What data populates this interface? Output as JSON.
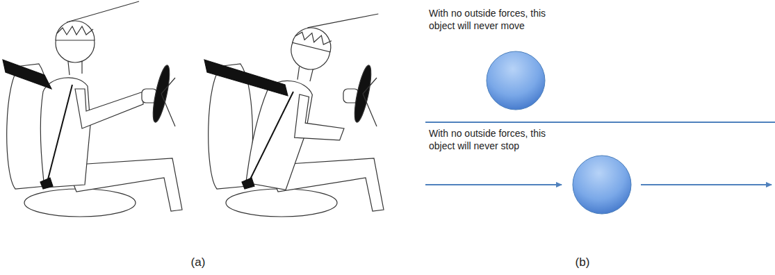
{
  "diagram": {
    "labels": [
      "With no outside forces, this object will never move",
      "With no outside forces, this object will never stop",
      "(a)",
      "(b)"
    ]
  }
}
